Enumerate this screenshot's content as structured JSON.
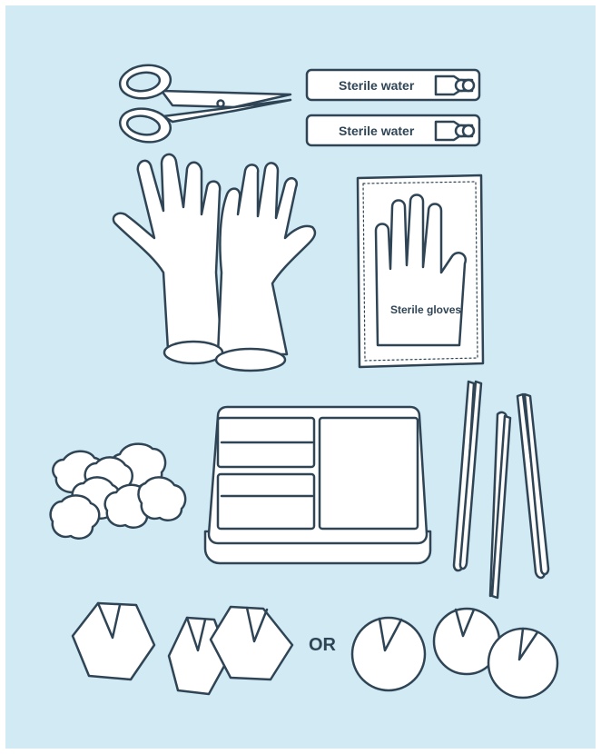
{
  "colors": {
    "background": "#d2eaf4",
    "outline": "#2f4556",
    "fill": "#ffffff",
    "fill_soft": "#eef7fb"
  },
  "items": {
    "water_top_label": "Sterile water",
    "water_bottom_label": "Sterile water",
    "gloves_pack_label": "Sterile gloves",
    "or_label": "OR"
  },
  "icons": [
    "scissors-icon",
    "sterile-water-ampoule-icon",
    "surgical-gloves-icon",
    "sterile-gloves-pack-icon",
    "cotton-balls-icon",
    "dressing-tray-icon",
    "forceps-icon",
    "slit-gauze-hexagon-icon",
    "slit-gauze-round-icon"
  ]
}
